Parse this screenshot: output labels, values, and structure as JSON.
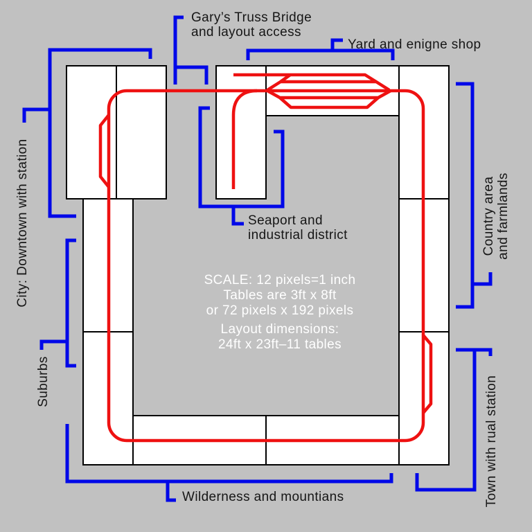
{
  "annotations": {
    "garys": {
      "line1": "Gary’s Truss Bridge",
      "line2": "and layout access"
    },
    "yard": {
      "label": "Yard and enigne shop"
    },
    "city": {
      "label": "City: Downtown with station"
    },
    "seaport": {
      "line1": "Seaport and",
      "line2": "industrial district"
    },
    "country": {
      "line1": "Country area",
      "line2": "and farmlands"
    },
    "suburbs": {
      "label": "Suburbs"
    },
    "wilderness": {
      "label": "Wilderness and mountians"
    },
    "town": {
      "label": "Town with rual station"
    }
  },
  "scale_note": {
    "line1": "SCALE: 12 pixels=1 inch",
    "line2": "Tables are 3ft x 8ft",
    "line3": "or 72 pixels x 192 pixels",
    "line4": "Layout dimensions:",
    "line5": "24ft x 23ft–11 tables"
  },
  "colors": {
    "background": "#c1c1c1",
    "table_fill": "#ffffff",
    "table_border": "#000000",
    "track": "#ee1111",
    "bracket": "#0008e8",
    "label_text": "#161616",
    "scale_text": "#ffffff"
  }
}
